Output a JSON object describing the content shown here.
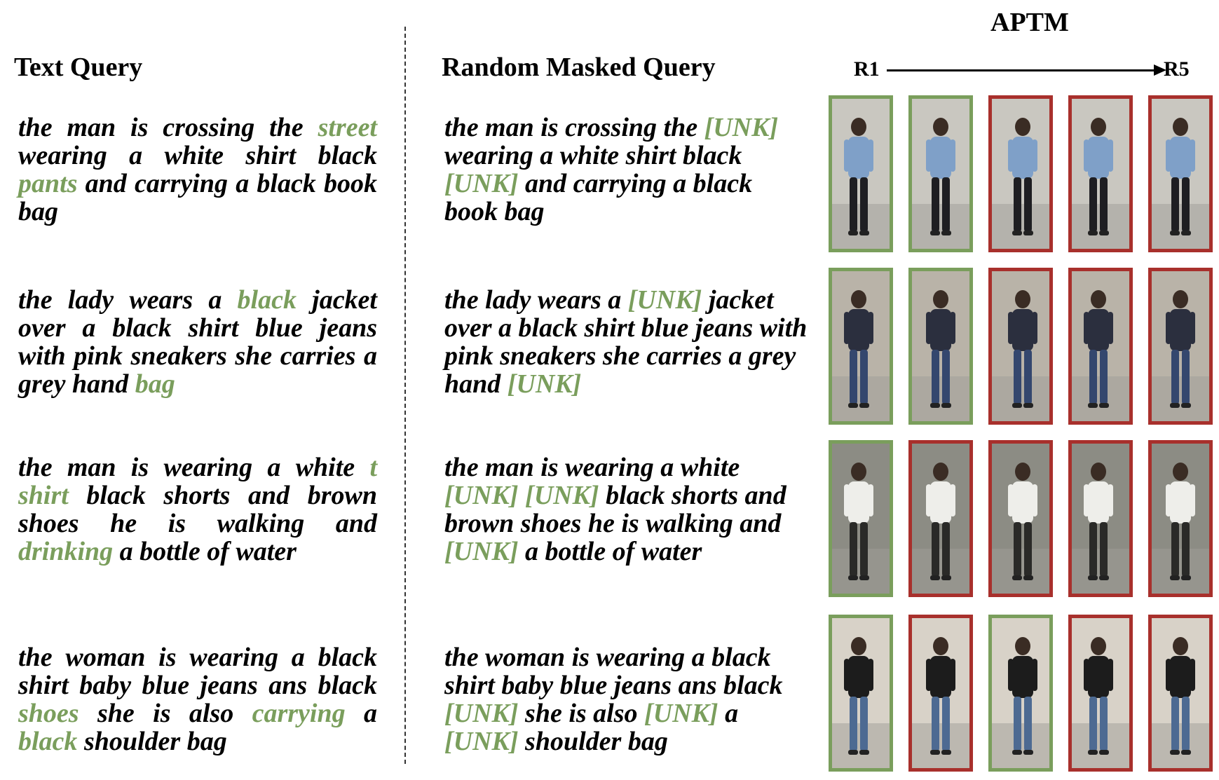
{
  "headers": {
    "model": "APTM",
    "text_query": "Text Query",
    "masked_query": "Random Masked Query",
    "rank_start": "R1",
    "rank_end": "R5"
  },
  "colors": {
    "highlight": "#7a9e5c",
    "correct_border": "#7a9e5c",
    "incorrect_border": "#a8302c"
  },
  "examples": [
    {
      "text_query": [
        {
          "t": "the man is crossing the "
        },
        {
          "t": "street",
          "hl": true
        },
        {
          "t": " wearing a white shirt black "
        },
        {
          "t": "pants",
          "hl": true
        },
        {
          "t": " and carrying a black book bag"
        }
      ],
      "masked_query": [
        {
          "t": "the man is crossing the "
        },
        {
          "t": "[UNK]",
          "hl": true
        },
        {
          "t": " wearing a white shirt black "
        },
        {
          "t": "[UNK]",
          "hl": true
        },
        {
          "t": " and carrying a black book bag"
        }
      ],
      "results": [
        "correct",
        "correct",
        "incorrect",
        "incorrect",
        "incorrect"
      ]
    },
    {
      "text_query": [
        {
          "t": "the lady wears a "
        },
        {
          "t": "black",
          "hl": true
        },
        {
          "t": " jacket over a black shirt blue jeans with pink sneakers she carries a grey hand "
        },
        {
          "t": "bag",
          "hl": true
        }
      ],
      "masked_query": [
        {
          "t": "the lady wears a "
        },
        {
          "t": "[UNK]",
          "hl": true
        },
        {
          "t": " jacket over a black shirt blue jeans with pink sneakers she carries a grey hand "
        },
        {
          "t": "[UNK]",
          "hl": true
        }
      ],
      "results": [
        "correct",
        "correct",
        "incorrect",
        "incorrect",
        "incorrect"
      ]
    },
    {
      "text_query": [
        {
          "t": "the man is wearing a white "
        },
        {
          "t": "t shirt",
          "hl": true
        },
        {
          "t": " black shorts and brown shoes he is walking and "
        },
        {
          "t": "drinking",
          "hl": true
        },
        {
          "t": " a bottle of water"
        }
      ],
      "masked_query": [
        {
          "t": "the man is wearing a white "
        },
        {
          "t": "[UNK] [UNK]",
          "hl": true
        },
        {
          "t": " black shorts and brown shoes he is walking and "
        },
        {
          "t": "[UNK]",
          "hl": true
        },
        {
          "t": " a bottle of water"
        }
      ],
      "results": [
        "correct",
        "incorrect",
        "incorrect",
        "incorrect",
        "incorrect"
      ]
    },
    {
      "text_query": [
        {
          "t": "the woman is wearing a black shirt baby blue jeans ans black "
        },
        {
          "t": "shoes",
          "hl": true
        },
        {
          "t": " she is also "
        },
        {
          "t": "carrying",
          "hl": true
        },
        {
          "t": " a "
        },
        {
          "t": "black",
          "hl": true
        },
        {
          "t": " shoulder bag"
        }
      ],
      "masked_query": [
        {
          "t": "the woman is wearing a black shirt baby blue jeans ans black "
        },
        {
          "t": "[UNK]",
          "hl": true
        },
        {
          "t": " she is also "
        },
        {
          "t": "[UNK]",
          "hl": true
        },
        {
          "t": " a "
        },
        {
          "t": "[UNK]",
          "hl": true
        },
        {
          "t": " shoulder bag"
        }
      ],
      "results": [
        "correct",
        "incorrect",
        "correct",
        "incorrect",
        "incorrect"
      ]
    }
  ]
}
